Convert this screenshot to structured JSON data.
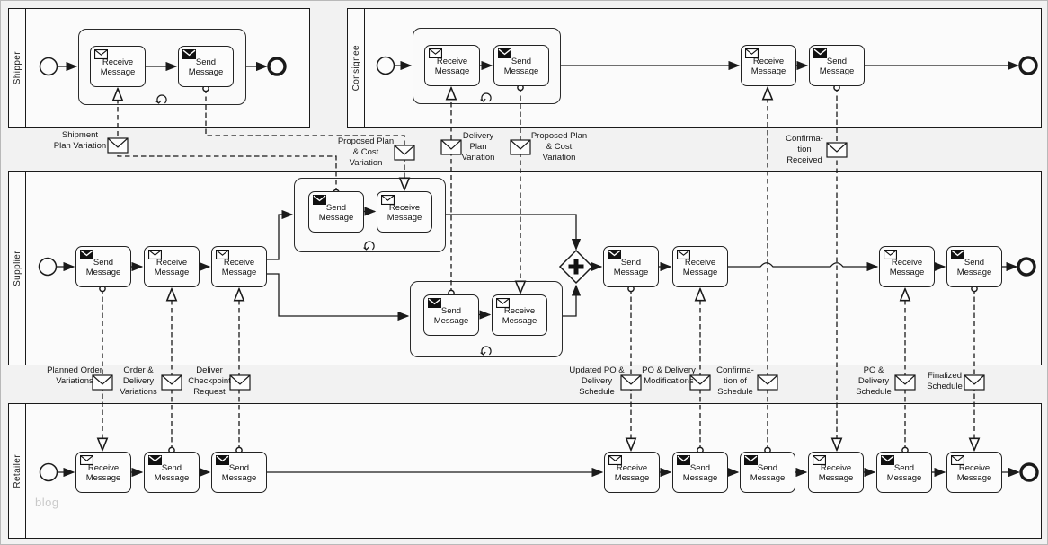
{
  "pools": {
    "shipper": {
      "label": "Shipper"
    },
    "consignee": {
      "label": "Consignee"
    },
    "supplier": {
      "label": "Supplier"
    },
    "retailer": {
      "label": "Retailer"
    }
  },
  "tasks": {
    "shipper": [
      "Receive Message",
      "Send Message"
    ],
    "consignee": [
      "Receive Message",
      "Send Message",
      "Receive Message",
      "Send Message"
    ],
    "supplier": [
      "Send Message",
      "Receive Message",
      "Receive Message",
      "Send Message",
      "Receive Message",
      "Send Message",
      "Receive Message",
      "Send Message",
      "Receive Message",
      "Receive Message",
      "Send Message"
    ],
    "retailer": [
      "Receive Message",
      "Send Message",
      "Send Message",
      "Receive Message",
      "Send Message",
      "Send Message",
      "Receive Message",
      "Send Message",
      "Receive Message"
    ]
  },
  "messages": {
    "top": [
      "Shipment Plan Variation",
      "Proposed Plan & Cost Variation",
      "Delivery Plan Variation",
      "Proposed Plan & Cost Variation",
      "Confirma-tion Received"
    ],
    "middle": [
      "Planned Order Variations",
      "Order & Delivery Variations",
      "Deliver Checkpoint Request",
      "Updated PO & Delivery Schedule",
      "PO & Delivery Modifications",
      "Confirma-tion of Schedule",
      "PO & Delivery Schedule",
      "Finalized Schedule"
    ]
  },
  "watermark": "blog",
  "icons": {
    "message-receive": "envelope-outline",
    "message-send": "envelope-filled",
    "loop-marker": "circular-arrow",
    "parallel-gateway": "plus-diamond",
    "start-event": "thin-circle",
    "end-event": "thick-circle",
    "message-flow-source": "small-circle",
    "message-flow-target": "open-triangle-arrow"
  },
  "colors": {
    "line": "#1a1a1a",
    "shape_fill": "#fcfcfc",
    "canvas": "#f2f2f2",
    "watermark": "#c9c9c9"
  }
}
